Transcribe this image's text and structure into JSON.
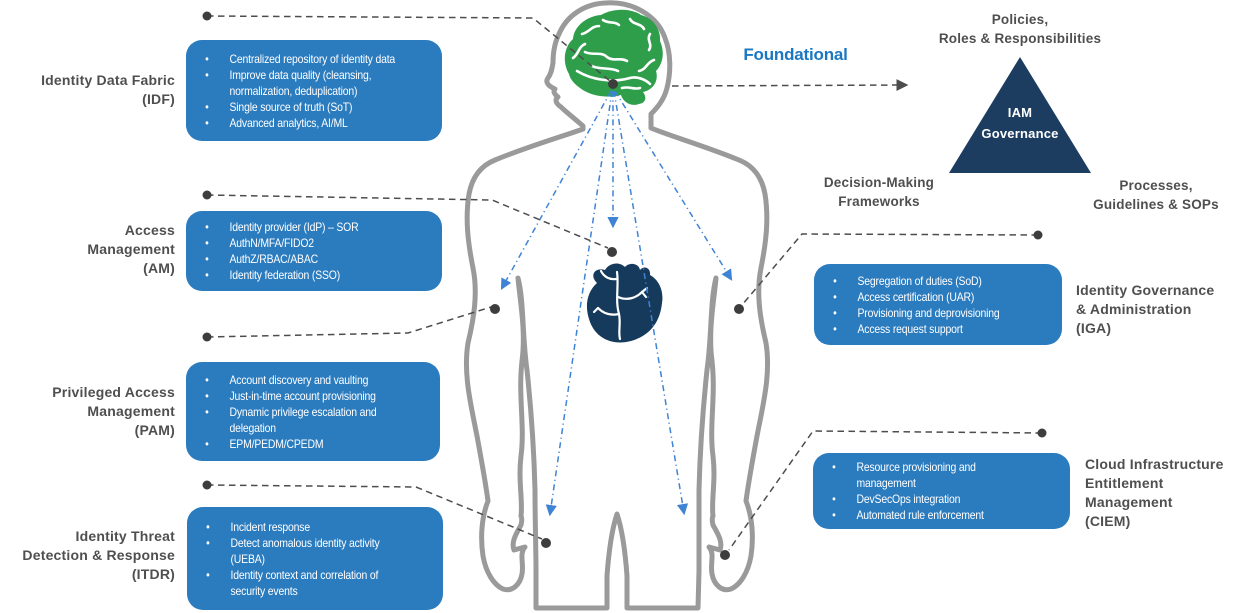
{
  "colors": {
    "panel_blue": "#2b7bbf",
    "governance_navy": "#1c3d5f",
    "heart_navy": "#163a5c",
    "brain_green": "#2f9e4b",
    "body_gray": "#9a9a9a",
    "label_gray": "#4f4f4f",
    "foundational_blue": "#1b77c2",
    "neural_arrow_blue": "#3f83d4",
    "connector_gray": "#4d4d4d",
    "dot_gray": "#3d3d3d"
  },
  "left_sections": [
    {
      "label": "Identity Data Fabric\n(IDF)",
      "bullets": [
        "Centralized repository of identity data",
        "Improve data quality (cleansing, normalization, deduplication)",
        "Single source of truth (SoT)",
        "Advanced analytics, AI/ML"
      ]
    },
    {
      "label": "Access\nManagement\n(AM)",
      "bullets": [
        "Identity provider (IdP) – SOR",
        "AuthN/MFA/FIDO2",
        "AuthZ/RBAC/ABAC",
        "Identity federation (SSO)"
      ]
    },
    {
      "label": "Privileged Access\nManagement\n(PAM)",
      "bullets": [
        "Account discovery and vaulting",
        "Just-in-time account provisioning",
        "Dynamic privilege escalation and delegation",
        "EPM/PEDM/CPEDM"
      ]
    },
    {
      "label": "Identity Threat\nDetection & Response\n(ITDR)",
      "bullets": [
        "Incident response",
        "Detect anomalous identity activity (UEBA)",
        "Identity context and correlation of security events"
      ]
    }
  ],
  "right_sections": [
    {
      "label": "Identity Governance\n& Administration\n(IGA)",
      "bullets": [
        "Segregation of duties (SoD)",
        "Access certification (UAR)",
        "Provisioning and deprovisioning",
        "Access request support"
      ]
    },
    {
      "label": "Cloud Infrastructure\nEntitlement\nManagement\n(CIEM)",
      "bullets": [
        "Resource provisioning and management",
        "DevSecOps integration",
        "Automated rule enforcement"
      ]
    }
  ],
  "governance": {
    "arrow_label": "Foundational",
    "top_label": "Policies,\nRoles & Responsibilities",
    "triangle_label": "IAM\nGovernance",
    "bottom_left_label": "Decision-Making\nFrameworks",
    "bottom_right_label": "Processes,\nGuidelines & SOPs"
  }
}
